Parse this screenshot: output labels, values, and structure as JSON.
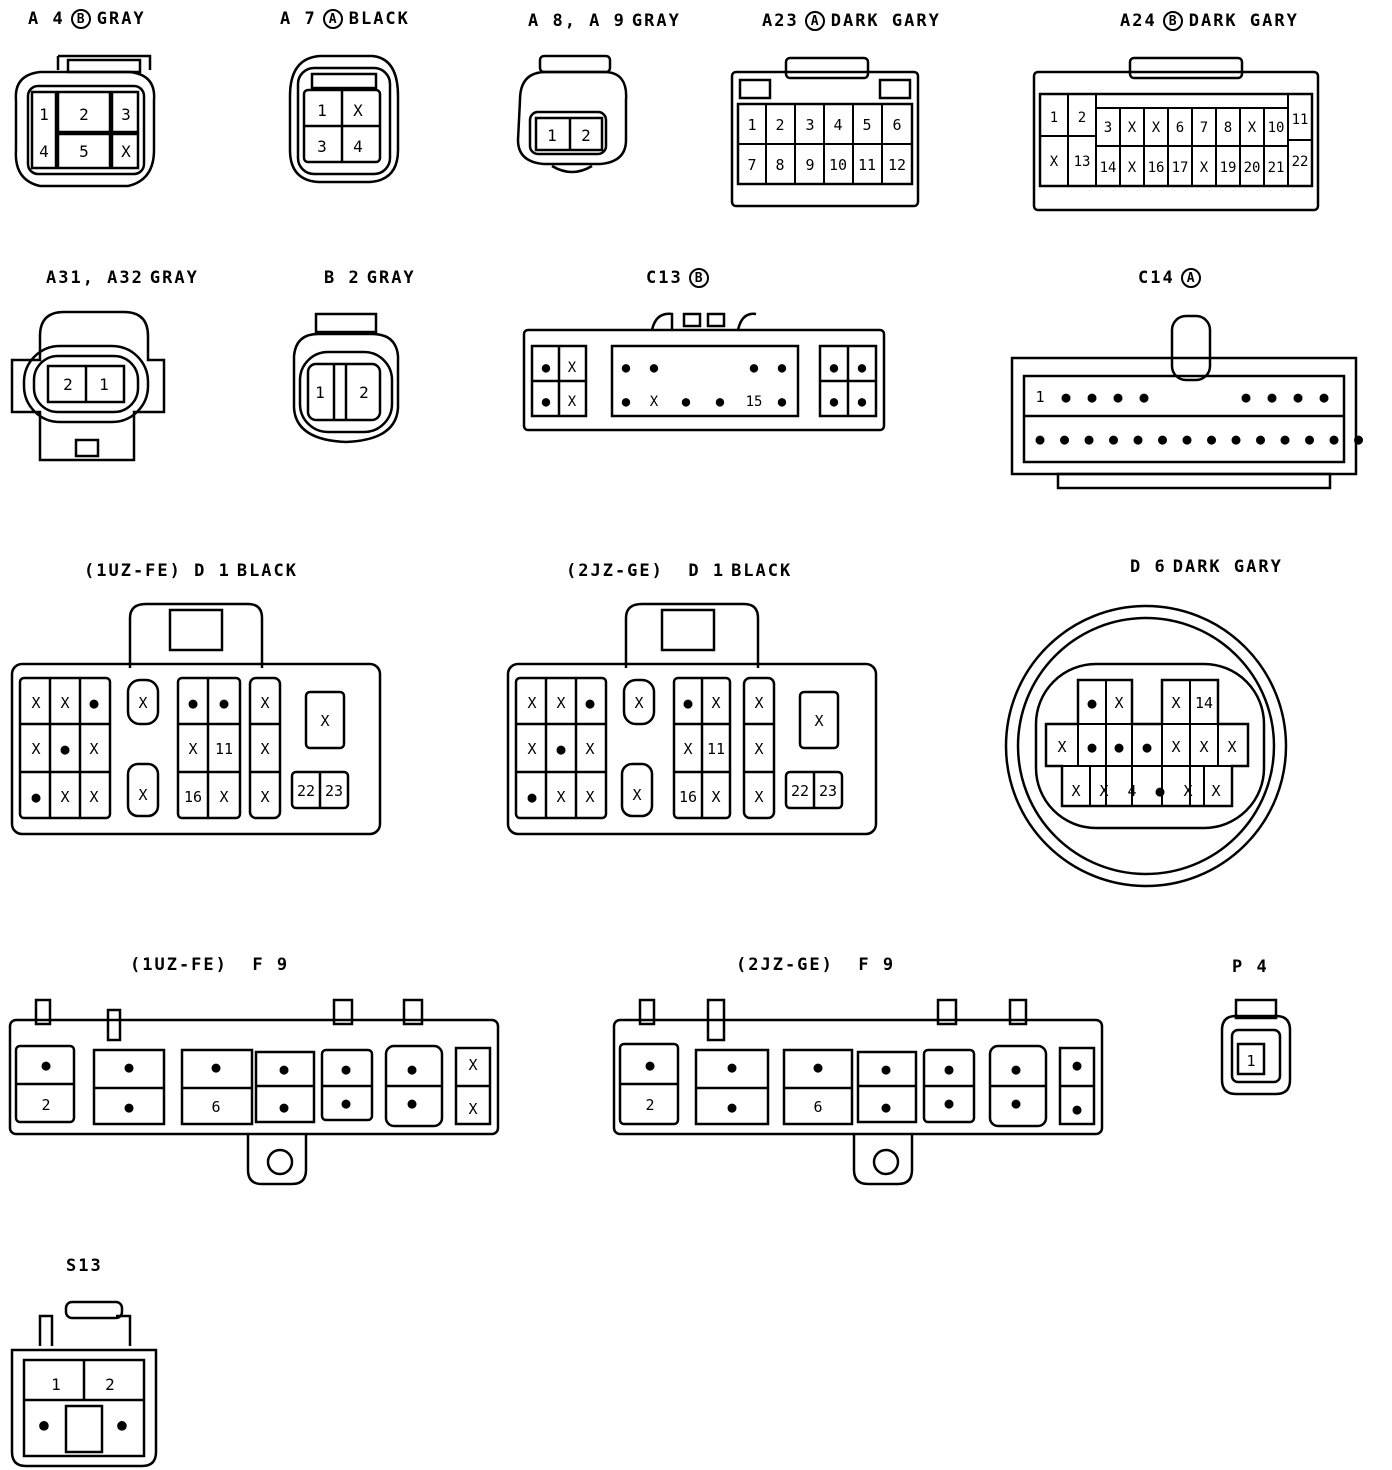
{
  "connectors": [
    {
      "id": "a4",
      "pre": "A 4",
      "variant": "B",
      "color": "GRAY",
      "pins": [
        "1",
        "2",
        "3",
        "4",
        "5",
        "X"
      ]
    },
    {
      "id": "a7",
      "pre": "A 7",
      "variant": "A",
      "color": "BLACK",
      "pins": [
        "1",
        "X",
        "3",
        "4"
      ]
    },
    {
      "id": "a8",
      "pre": "A 8, A 9",
      "variant": "",
      "color": "GRAY",
      "pins": [
        "1",
        "2"
      ]
    },
    {
      "id": "a23",
      "pre": "A23",
      "variant": "A",
      "color": "DARK GARY",
      "pins": [
        "1",
        "2",
        "3",
        "4",
        "5",
        "6",
        "7",
        "8",
        "9",
        "10",
        "11",
        "12"
      ]
    },
    {
      "id": "a24",
      "pre": "A24",
      "variant": "B",
      "color": "DARK GARY",
      "pins": [
        "1",
        "2",
        "3",
        "X",
        "X",
        "6",
        "7",
        "8",
        "X",
        "10",
        "11",
        "X",
        "13",
        "14",
        "X",
        "16",
        "17",
        "X",
        "19",
        "20",
        "21",
        "22"
      ]
    },
    {
      "id": "a31",
      "pre": "A31, A32",
      "variant": "",
      "color": "GRAY",
      "pins": [
        "2",
        "1"
      ]
    },
    {
      "id": "b2",
      "pre": "B 2",
      "variant": "",
      "color": "GRAY",
      "pins": [
        "1",
        "2"
      ]
    },
    {
      "id": "c13",
      "pre": "C13",
      "variant": "B",
      "color": "",
      "pins": [
        "●",
        "X",
        "●",
        "X",
        "●",
        "●",
        "●",
        "X",
        "●",
        "●",
        "●",
        "●",
        "●",
        "●",
        "●",
        "●",
        "●",
        "15",
        "●",
        "●"
      ]
    },
    {
      "id": "c14",
      "pre": "C14",
      "variant": "A",
      "color": "",
      "pins": [
        "1",
        "●",
        "●",
        "●",
        "●",
        "●",
        "●",
        "●",
        "●",
        "●",
        "●",
        "●",
        "●",
        "●",
        "●",
        "●",
        "●",
        "●",
        "●",
        "●",
        "●",
        "●",
        "●",
        "●",
        "●",
        "●",
        "●"
      ]
    },
    {
      "id": "d1a",
      "pre": "(1UZ-FE) D 1",
      "variant": "",
      "color": "BLACK",
      "pins": [
        "X",
        "X",
        "●",
        "X",
        "●",
        "X",
        "●",
        "X",
        "X",
        "X",
        "X",
        "●",
        "●",
        "X",
        "11",
        "16",
        "X",
        "X",
        "X",
        "X",
        "X",
        "22",
        "23"
      ]
    },
    {
      "id": "d1b",
      "pre": "(2JZ-GE)  D 1",
      "variant": "",
      "color": "BLACK",
      "pins": [
        "X",
        "X",
        "●",
        "X",
        "●",
        "X",
        "●",
        "X",
        "X",
        "X",
        "X",
        "●",
        "X",
        "X",
        "11",
        "16",
        "X",
        "X",
        "X",
        "X",
        "X",
        "22",
        "23"
      ]
    },
    {
      "id": "d6",
      "pre": "D 6",
      "variant": "",
      "color": "DARK GARY",
      "pins": [
        "●",
        "X",
        "X",
        "14",
        "X",
        "●",
        "●",
        "●",
        "X",
        "X",
        "X",
        "X",
        "X",
        "4",
        "●",
        "X",
        "X"
      ]
    },
    {
      "id": "f9a",
      "pre": "(1UZ-FE)  F 9",
      "variant": "",
      "color": "",
      "pins": [
        "●",
        "2",
        "●",
        "●",
        "●",
        "6",
        "●",
        "●",
        "●",
        "●",
        "●",
        "●",
        "X",
        "X"
      ]
    },
    {
      "id": "f9b",
      "pre": "(2JZ-GE)  F 9",
      "variant": "",
      "color": "",
      "pins": [
        "●",
        "2",
        "●",
        "●",
        "●",
        "6",
        "●",
        "●",
        "●",
        "●",
        "●",
        "●",
        "●",
        "●"
      ]
    },
    {
      "id": "p4",
      "pre": "P 4",
      "variant": "",
      "color": "",
      "pins": [
        "1"
      ]
    },
    {
      "id": "s13",
      "pre": "S13",
      "variant": "",
      "color": "",
      "pins": [
        "1",
        "2",
        "●",
        "●"
      ]
    }
  ]
}
